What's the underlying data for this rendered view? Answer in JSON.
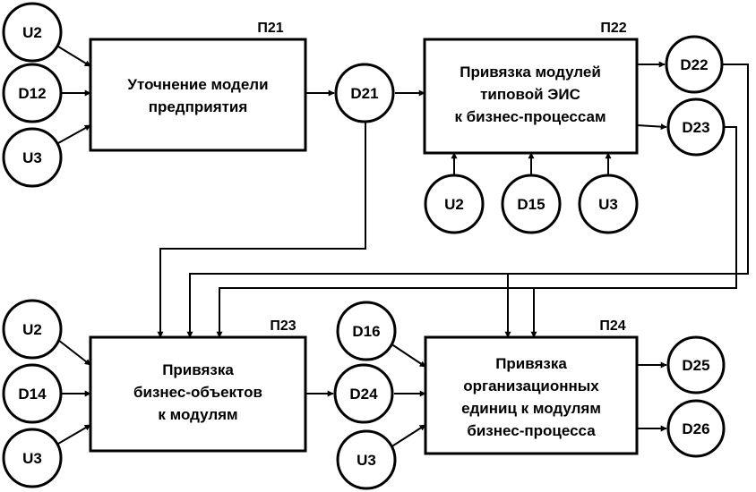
{
  "nodes": {
    "u2_a": "U2",
    "d12": "D12",
    "u3_a": "U3",
    "d21": "D21",
    "d22": "D22",
    "d23": "D23",
    "u2_b": "U2",
    "d15": "D15",
    "u3_b": "U3",
    "u2_c": "U2",
    "d14": "D14",
    "u3_c": "U3",
    "d24": "D24",
    "d16": "D16",
    "u3_d": "U3",
    "d25": "D25",
    "d26": "D26"
  },
  "processes": {
    "p21": {
      "id": "П21",
      "lines": [
        "Уточнение модели",
        "предприятия"
      ]
    },
    "p22": {
      "id": "П22",
      "lines": [
        "Привязка модулей",
        "типовой ЭИС",
        "к бизнес-процессам"
      ]
    },
    "p23": {
      "id": "П23",
      "lines": [
        "Привязка",
        "бизнес-объектов",
        "к модулям"
      ]
    },
    "p24": {
      "id": "П24",
      "lines": [
        "Привязка",
        "организационных",
        "единиц к модулям",
        "бизнес-процесса"
      ]
    }
  }
}
